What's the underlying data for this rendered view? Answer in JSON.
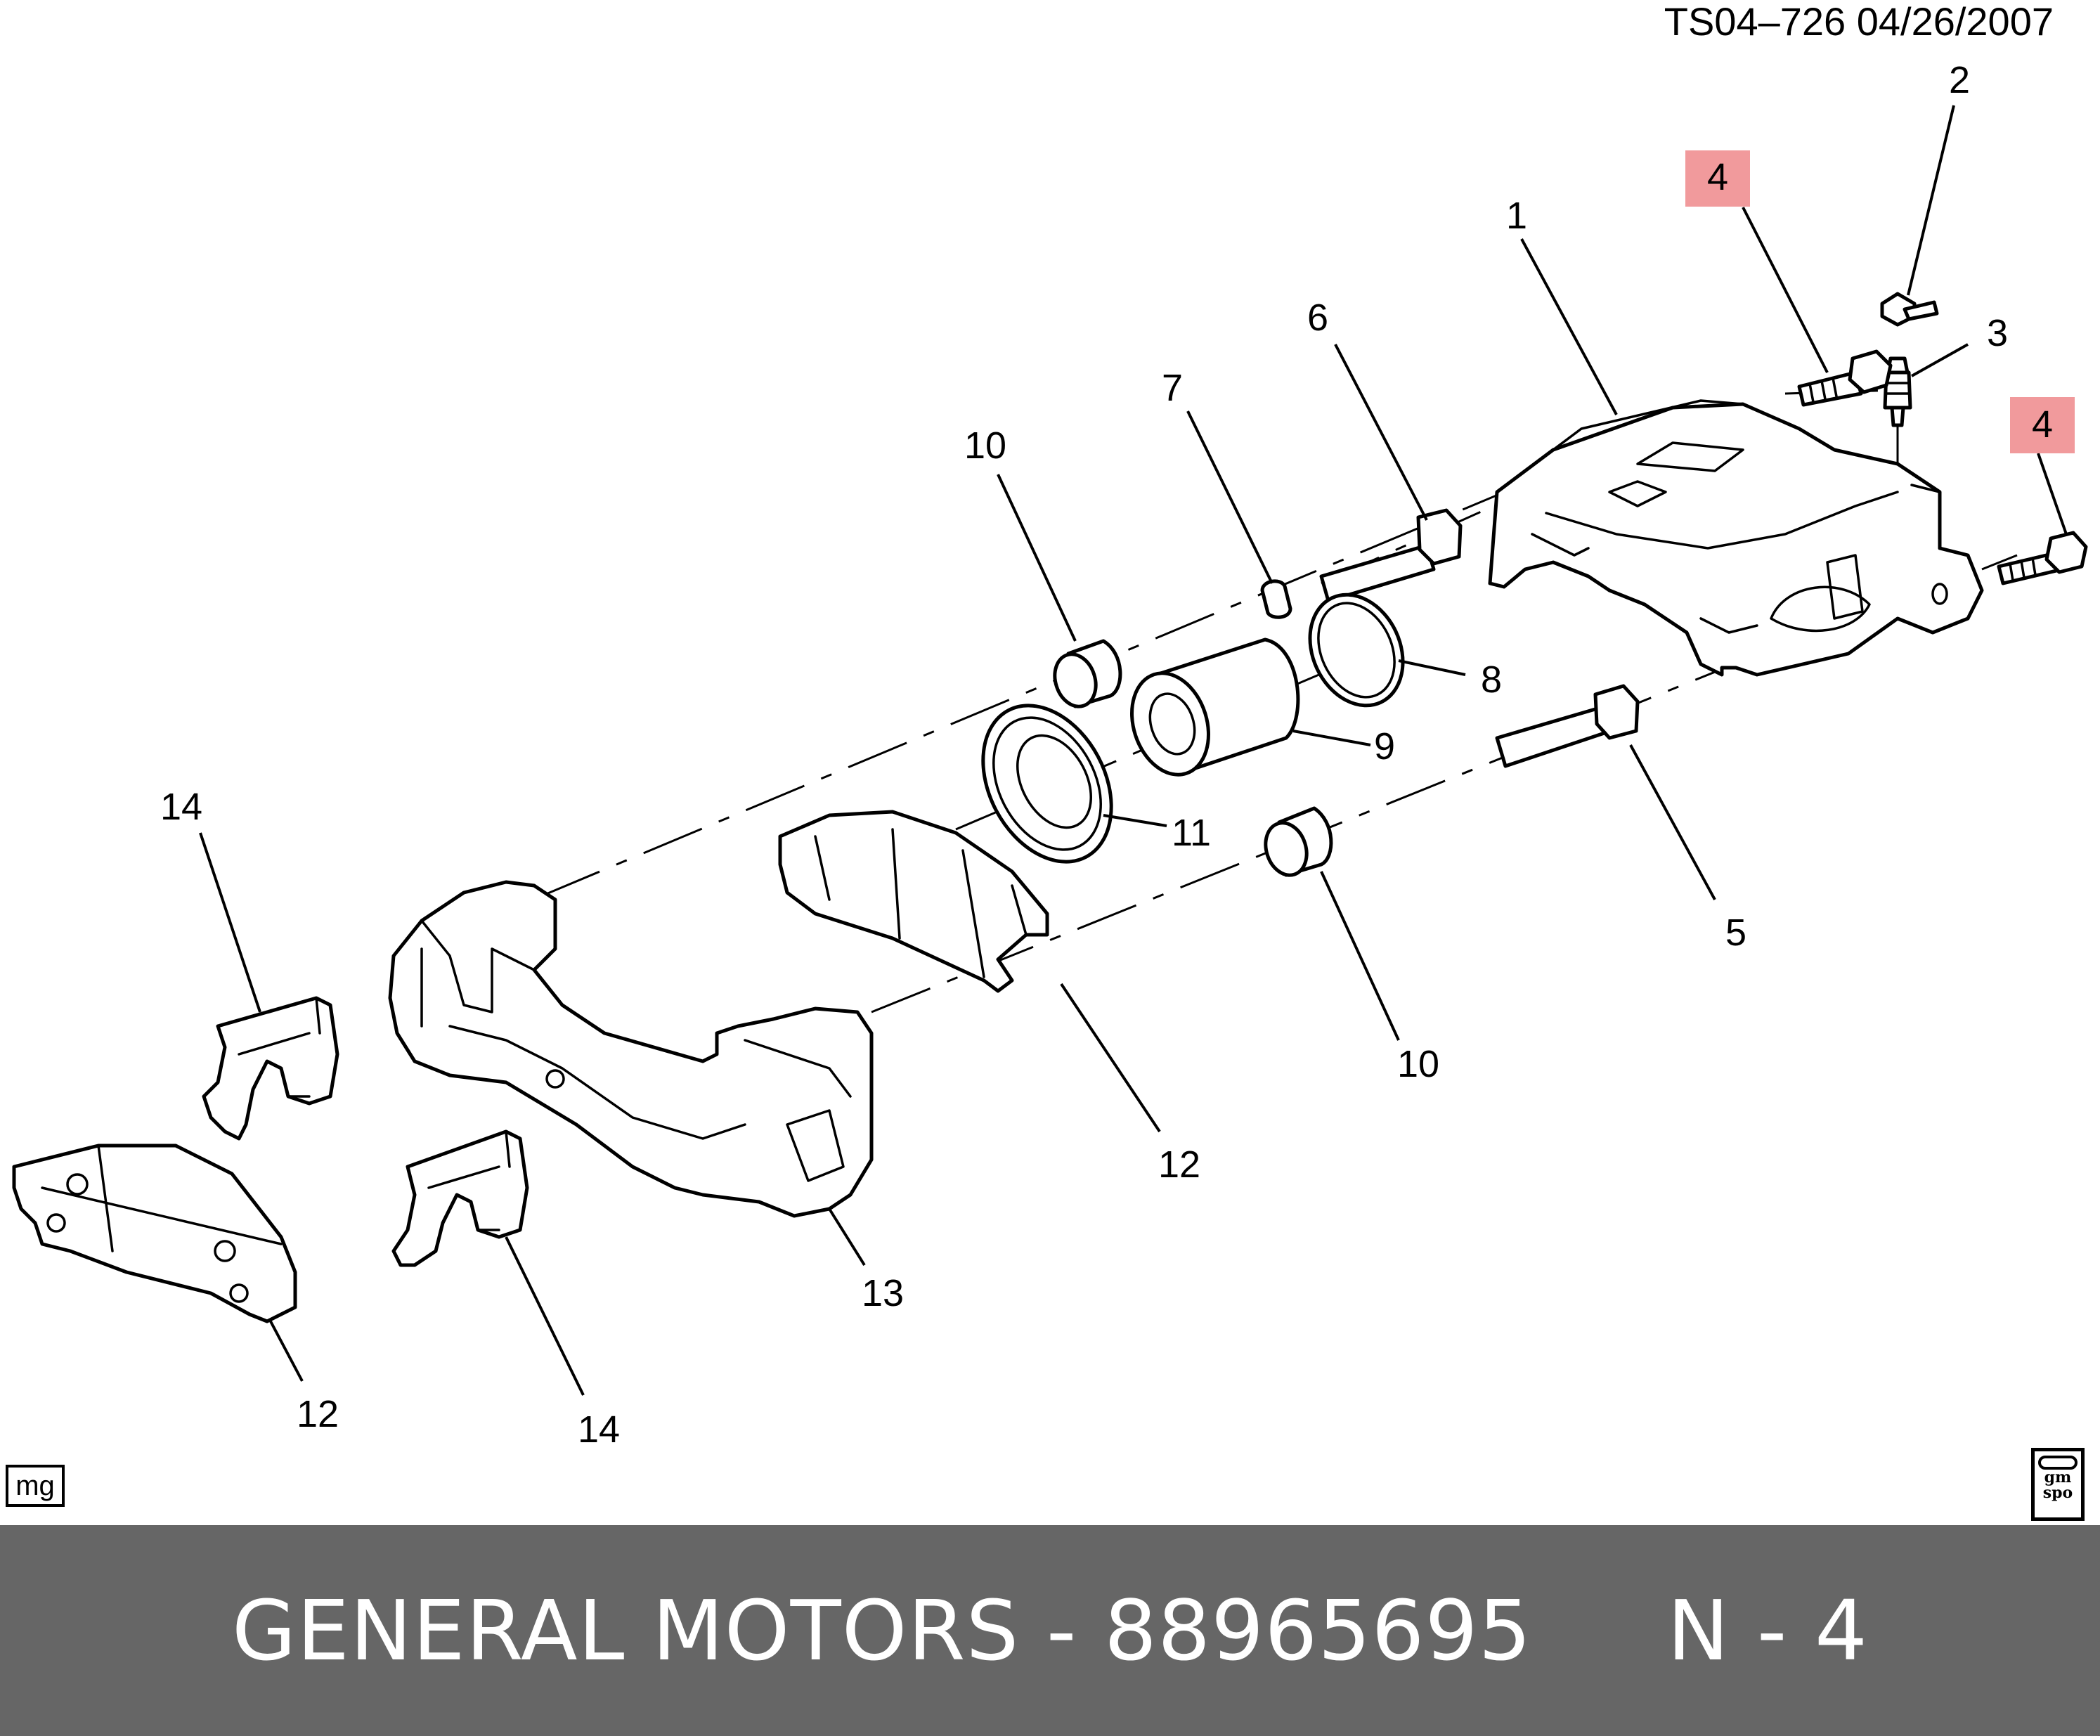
{
  "header": {
    "reference": "TS04–726  04/26/2007"
  },
  "callouts": [
    {
      "id": "c1",
      "label": "1"
    },
    {
      "id": "c2",
      "label": "2"
    },
    {
      "id": "c3",
      "label": "3"
    },
    {
      "id": "c4a",
      "label": "4",
      "highlighted": true
    },
    {
      "id": "c4b",
      "label": "4",
      "highlighted": true
    },
    {
      "id": "c5",
      "label": "5"
    },
    {
      "id": "c6",
      "label": "6"
    },
    {
      "id": "c7",
      "label": "7"
    },
    {
      "id": "c8",
      "label": "8"
    },
    {
      "id": "c9",
      "label": "9"
    },
    {
      "id": "c10a",
      "label": "10"
    },
    {
      "id": "c10b",
      "label": "10"
    },
    {
      "id": "c11",
      "label": "11"
    },
    {
      "id": "c12a",
      "label": "12"
    },
    {
      "id": "c12b",
      "label": "12"
    },
    {
      "id": "c13",
      "label": "13"
    },
    {
      "id": "c14a",
      "label": "14"
    },
    {
      "id": "c14b",
      "label": "14"
    }
  ],
  "colors": {
    "highlight": "#f19a9c",
    "footer_bg": "#666666",
    "footer_text": "#ffffff",
    "line": "#000000"
  },
  "badges": {
    "mg": "mg",
    "logo_line1": "gm",
    "logo_line2": "spo"
  },
  "footer": {
    "text": "GENERAL MOTORS - 88965695     N - 4"
  }
}
